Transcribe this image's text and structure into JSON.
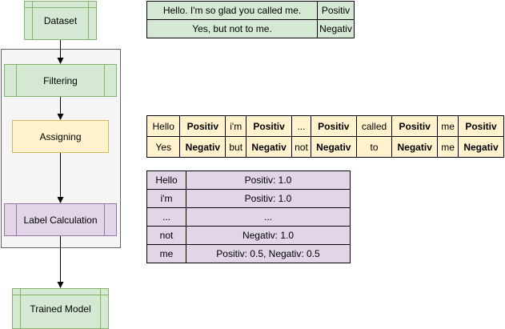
{
  "flow": {
    "dataset": "Dataset",
    "filtering": "Filtering",
    "assigning": "Assigning",
    "label_calculation": "Label Calculation",
    "trained_model": "Trained Model"
  },
  "sentences": [
    {
      "text": "Hello. I'm so glad you called me.",
      "label": "Positiv"
    },
    {
      "text": "Yes, but not to me.",
      "label": "Negativ"
    }
  ],
  "token_rows": [
    [
      "Hello",
      "Positiv",
      "i'm",
      "Positiv",
      "...",
      "Positiv",
      "called",
      "Positiv",
      "me",
      "Positiv"
    ],
    [
      "Yes",
      "Negativ",
      "but",
      "Negativ",
      "not",
      "Negativ",
      "to",
      "Negativ",
      "me",
      "Negativ"
    ]
  ],
  "word_labels": [
    {
      "word": "Hello",
      "value": "Positiv: 1.0"
    },
    {
      "word": "i'm",
      "value": "Positiv: 1.0"
    },
    {
      "word": "...",
      "value": "..."
    },
    {
      "word": "not",
      "value": "Negativ: 1.0"
    },
    {
      "word": "me",
      "value": "Positiv: 0.5, Negativ: 0.5"
    }
  ],
  "colors": {
    "green_fill": "#d5e8d4",
    "green_stroke": "#82b366",
    "yellow_fill": "#fff2cc",
    "yellow_stroke": "#d6b656",
    "purple_fill": "#e1d5e7",
    "purple_stroke": "#9673a6",
    "container_fill": "#f5f5f5"
  }
}
